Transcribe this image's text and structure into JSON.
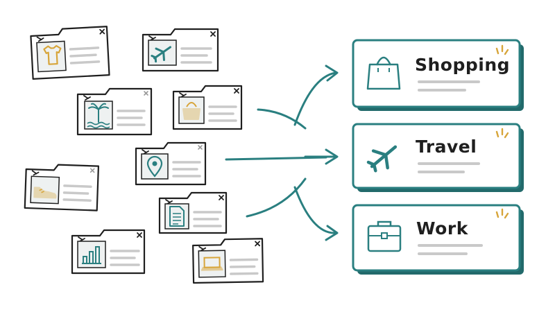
{
  "colors": {
    "teal": "#2a7f80",
    "teal_dark": "#226a6b",
    "gold": "#d7a53a",
    "ink": "#1f1f1f",
    "line_gray": "#c9c9c9",
    "thumb_bg": "#eef1f1"
  },
  "source_tabs": [
    {
      "icon": "tshirt-icon",
      "accent": "#d7a53a"
    },
    {
      "icon": "airplane-icon",
      "accent": "#2a7f80"
    },
    {
      "icon": "palm-beach-icon",
      "accent": "#2a7f80"
    },
    {
      "icon": "handbag-icon",
      "accent": "#d7a53a"
    },
    {
      "icon": "map-pin-icon",
      "accent": "#2a7f80"
    },
    {
      "icon": "sneaker-icon",
      "accent": "#d7a53a"
    },
    {
      "icon": "document-icon",
      "accent": "#2a7f80"
    },
    {
      "icon": "bar-chart-icon",
      "accent": "#2a7f80"
    },
    {
      "icon": "laptop-icon",
      "accent": "#d7a53a"
    }
  ],
  "categories": [
    {
      "label": "Shopping",
      "icon": "shopping-bag-icon"
    },
    {
      "label": "Travel",
      "icon": "airplane-icon"
    },
    {
      "label": "Work",
      "icon": "briefcase-icon"
    }
  ]
}
